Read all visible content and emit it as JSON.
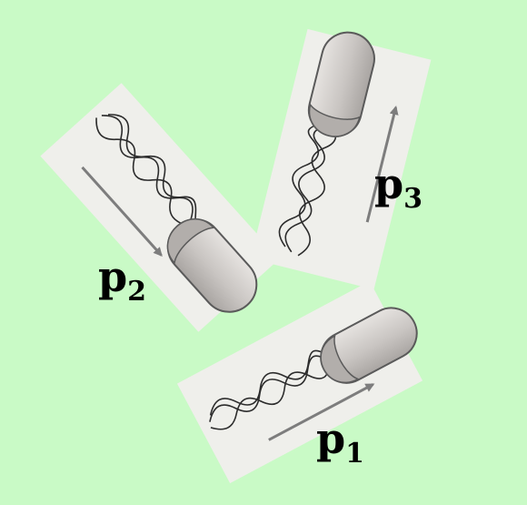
{
  "colors": {
    "background": "#c9fac6",
    "card": "#efefeb",
    "cell_body": "#c9c5c2",
    "cell_outline": "#5a5a5a",
    "flagella": "#2c2c2c",
    "arrow": "#7d7d7d"
  },
  "cells": [
    {
      "label_main": "p",
      "label_sub": "1",
      "icon": "bacterium-icon"
    },
    {
      "label_main": "p",
      "label_sub": "2",
      "icon": "bacterium-icon"
    },
    {
      "label_main": "p",
      "label_sub": "3",
      "icon": "bacterium-icon"
    }
  ]
}
